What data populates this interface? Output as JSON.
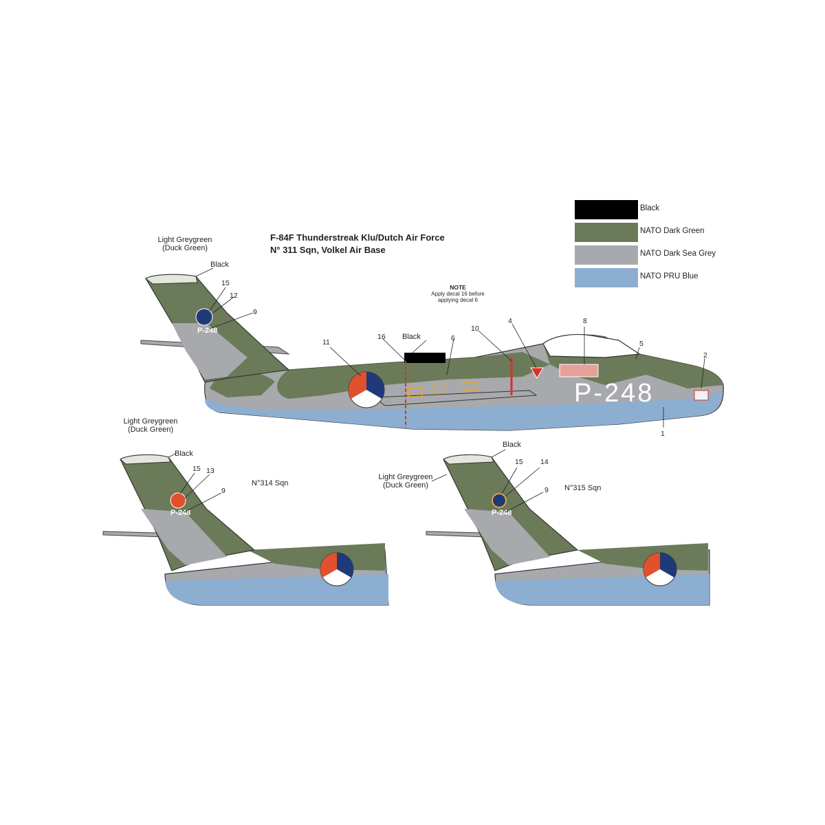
{
  "title": {
    "line1": "F-84F Thunderstreak Klu/Dutch Air Force",
    "line2": "N° 311 Sqn, Volkel Air Base"
  },
  "legend": [
    {
      "label": "Black",
      "color": "#000000"
    },
    {
      "label": "NATO Dark Green",
      "color": "#6b7a58"
    },
    {
      "label": "NATO Dark Sea Grey",
      "color": "#a7a9ad"
    },
    {
      "label": "NATO PRU Blue",
      "color": "#8caed0"
    }
  ],
  "note": {
    "title": "NOTE",
    "line1": "Apply decal 16 before",
    "line2": "applying decal 6"
  },
  "main_profile": {
    "tail_label_line1": "Light Greygreen",
    "tail_label_line2": "(Duck Green)",
    "tail_tip_label": "Black",
    "panel_label": "Black",
    "serial": "P-248",
    "tail_serial": "P-248",
    "callouts": [
      "15",
      "12",
      "9",
      "11",
      "16",
      "6",
      "10",
      "4",
      "8",
      "5",
      "2",
      "1"
    ]
  },
  "profile_314": {
    "tail_label_line1": "Light Greygreen",
    "tail_label_line2": "(Duck Green)",
    "tail_tip_label": "Black",
    "squadron": "N°314 Sqn",
    "tail_serial": "P-248",
    "callouts": [
      "15",
      "13",
      "9"
    ]
  },
  "profile_315": {
    "tail_label_line1": "Light Greygreen",
    "tail_label_line2": "(Duck Green)",
    "tail_tip_label": "Black",
    "squadron": "N°315 Sqn",
    "tail_serial": "P-248",
    "callouts": [
      "15",
      "14",
      "9"
    ]
  },
  "colors": {
    "dark_green": "#6b7a58",
    "dark_sea_grey": "#a7a9ad",
    "pru_blue": "#8caed0",
    "duck_green": "#e4e7dc",
    "black": "#000000",
    "roundel_red": "#e2512d",
    "roundel_blue": "#1f3a78",
    "roundel_white": "#ffffff",
    "orange_outline": "#e8a23a",
    "red_line": "#d8322a"
  }
}
